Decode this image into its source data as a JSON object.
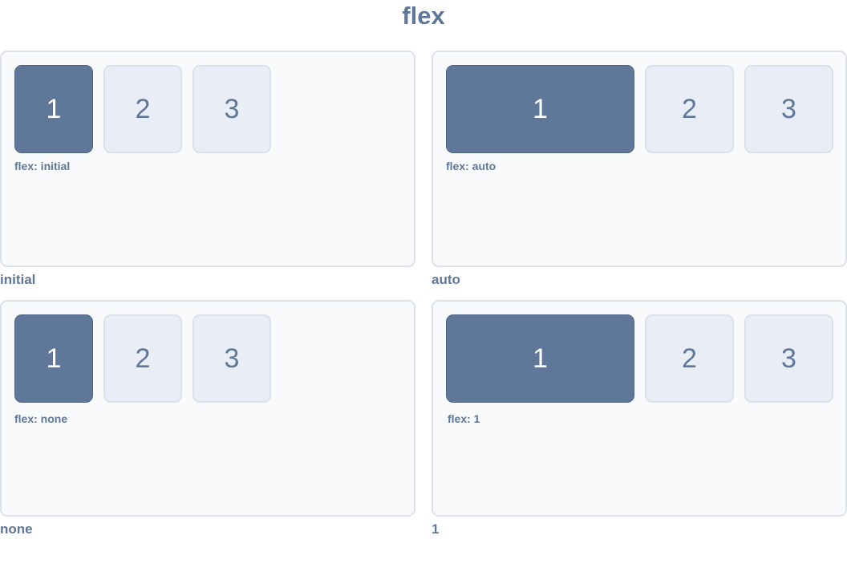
{
  "title": "flex",
  "panels": [
    {
      "caption": "initial",
      "code_label": "flex: initial",
      "items": [
        "1",
        "2",
        "3"
      ]
    },
    {
      "caption": "auto",
      "code_label": "flex: auto",
      "items": [
        "1",
        "2",
        "3"
      ]
    },
    {
      "caption": "none",
      "code_label": "flex: none",
      "items": [
        "1",
        "2",
        "3"
      ]
    },
    {
      "caption": "1",
      "code_label": "flex: 1",
      "items": [
        "1",
        "2",
        "3"
      ]
    }
  ],
  "colors": {
    "primary_box": "#5f7799",
    "secondary_box": "#e9edf5",
    "panel_bg": "#f8fafc",
    "text": "#5f7799"
  }
}
